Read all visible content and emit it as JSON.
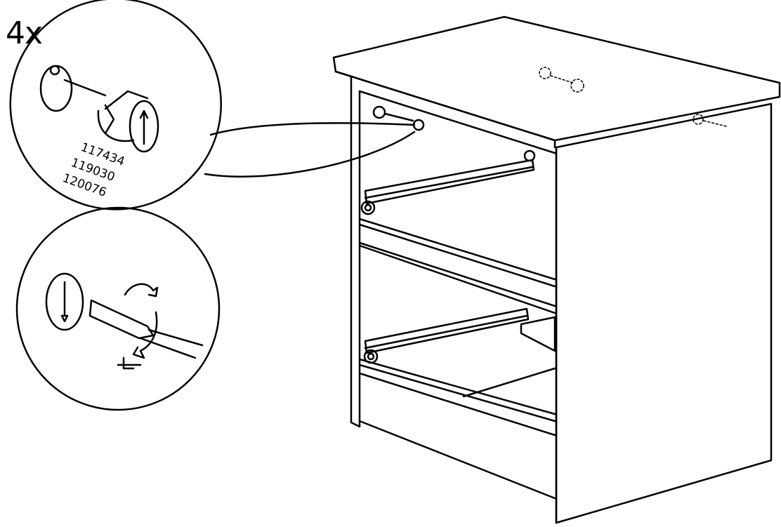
{
  "quantity_label": "4x",
  "part_numbers": [
    "117434",
    "119030",
    "120076"
  ],
  "icons": {
    "detail_top": "cam-lock-and-dowel-icon",
    "detail_bottom": "screwdriver-turn-icon",
    "furniture": "nightstand-frame-icon"
  }
}
